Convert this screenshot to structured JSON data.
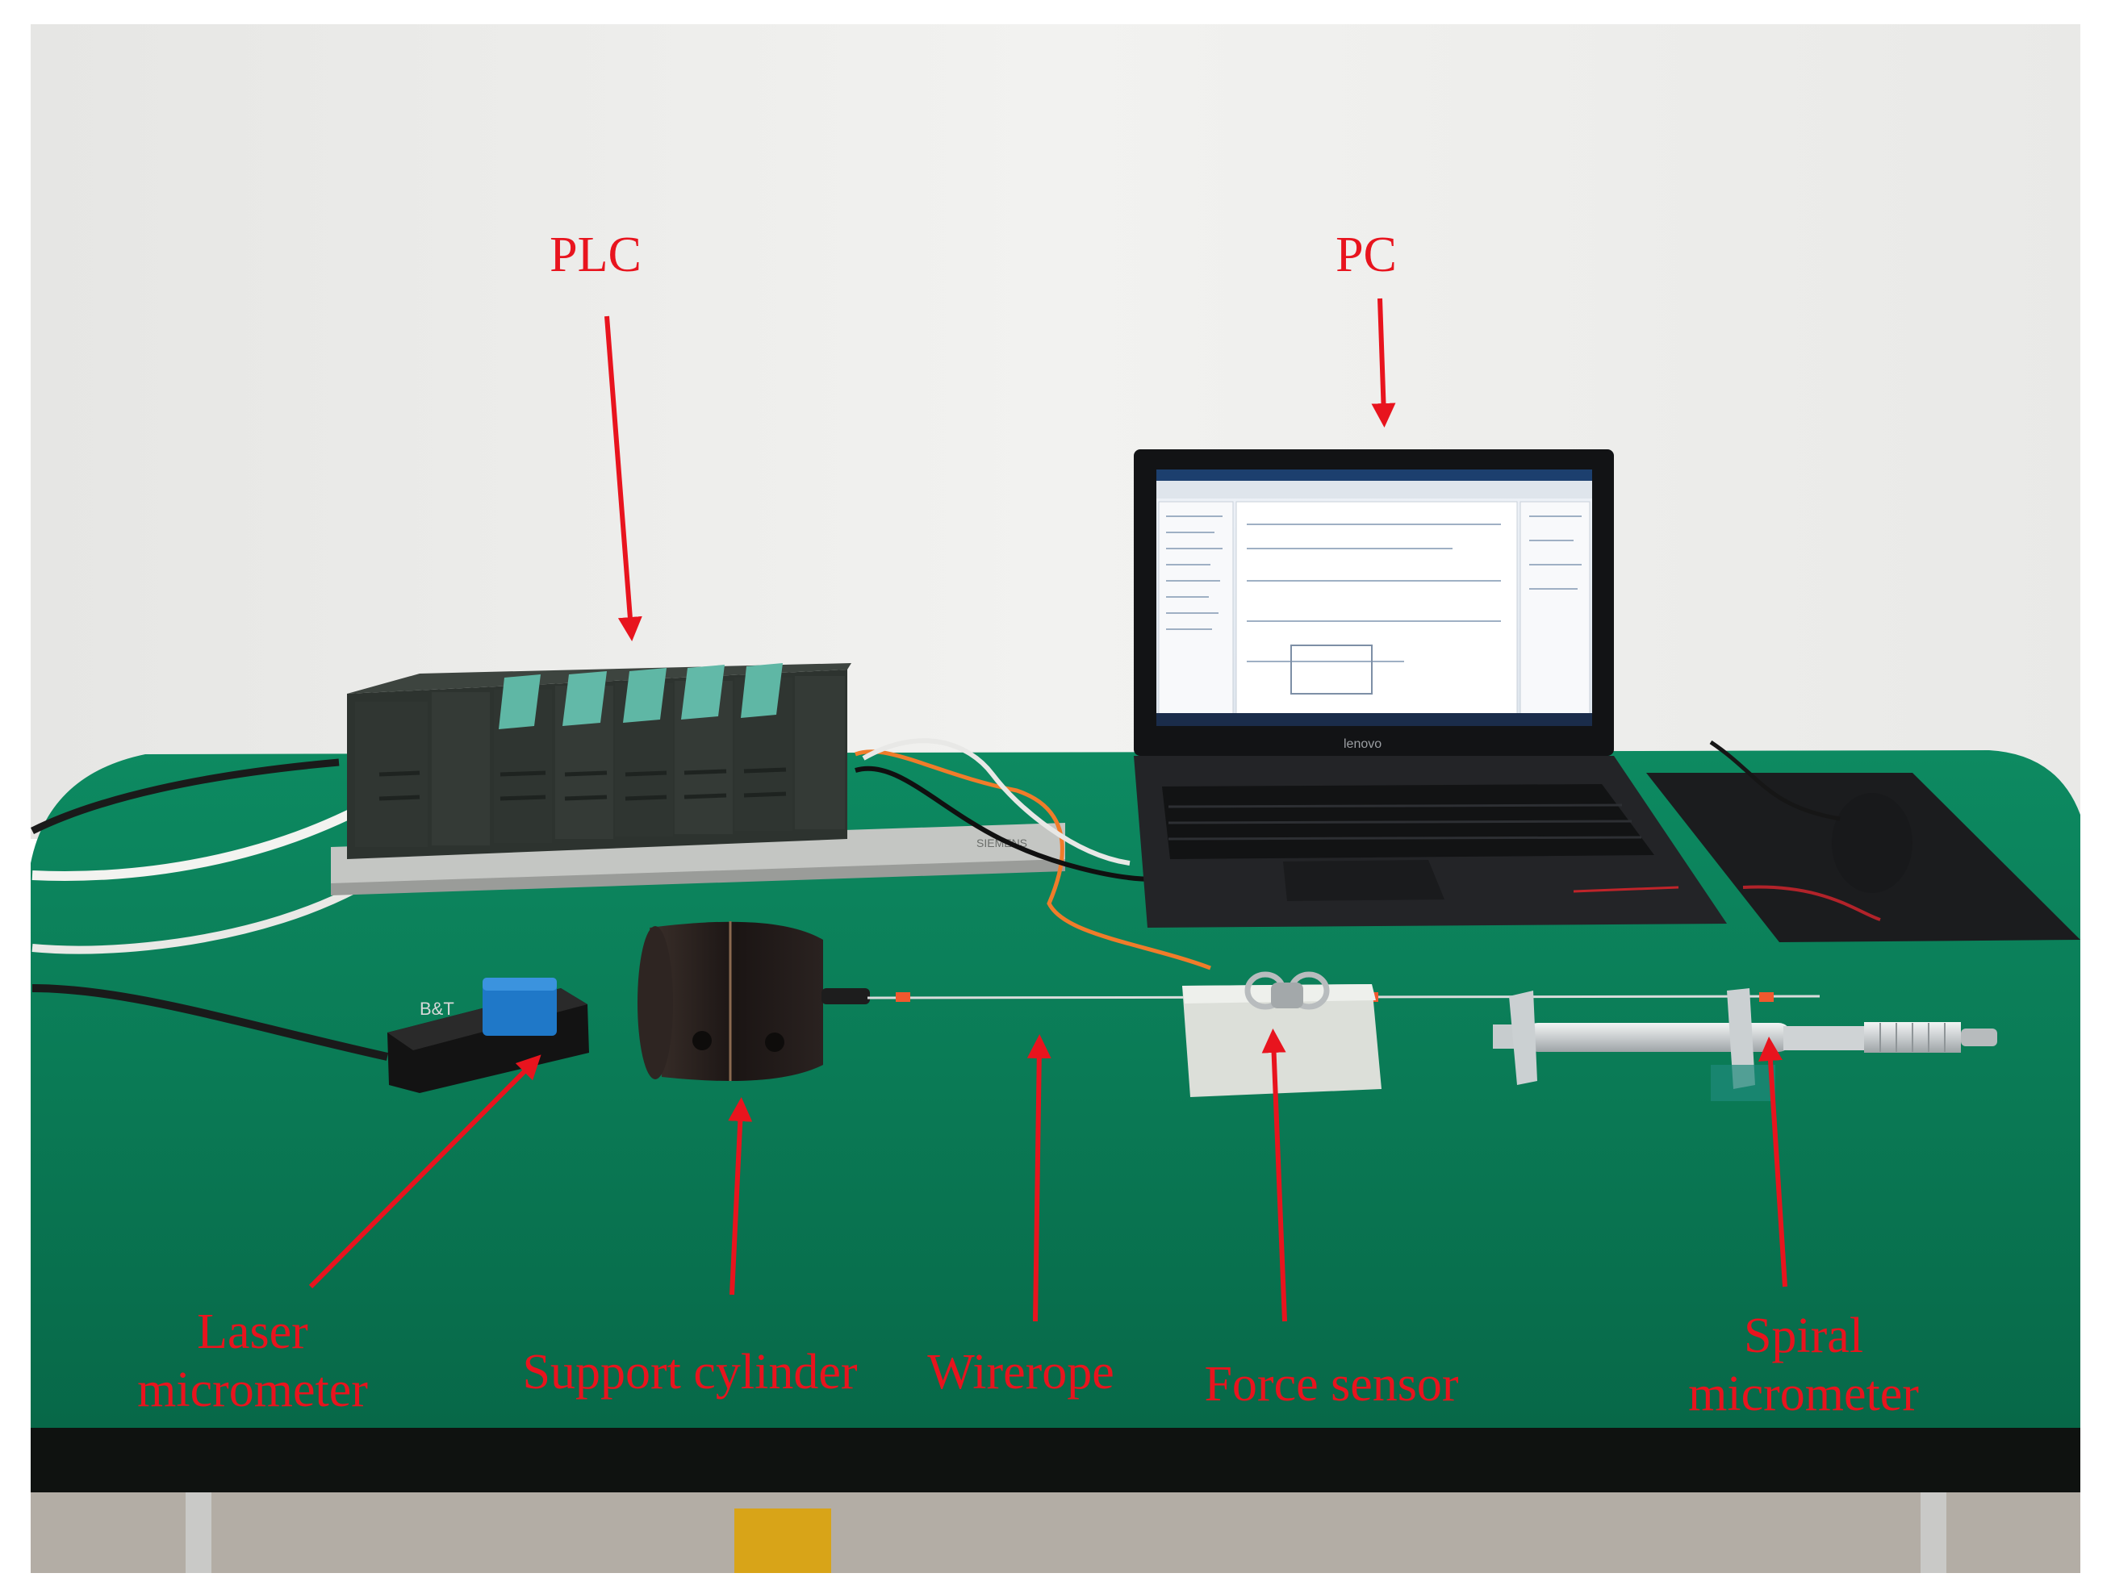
{
  "figure": {
    "labels": {
      "plc": "PLC",
      "pc": "PC",
      "laser_micrometer": [
        "Laser",
        "micrometer"
      ],
      "support_cylinder": "Support cylinder",
      "wirerope": "Wirerope",
      "force_sensor": "Force sensor",
      "spiral_micrometer": [
        "Spiral",
        "micrometer"
      ]
    },
    "device_text": {
      "laptop_brand": "lenovo",
      "plc_brand": "SIEMENS",
      "laser_brand": "B&T"
    },
    "colors": {
      "annotation": "#e8141e",
      "wall": "#ececea",
      "table_top": "#0b7a57",
      "table_edge": "#0f1210",
      "floor": "#b8b3ab"
    }
  }
}
